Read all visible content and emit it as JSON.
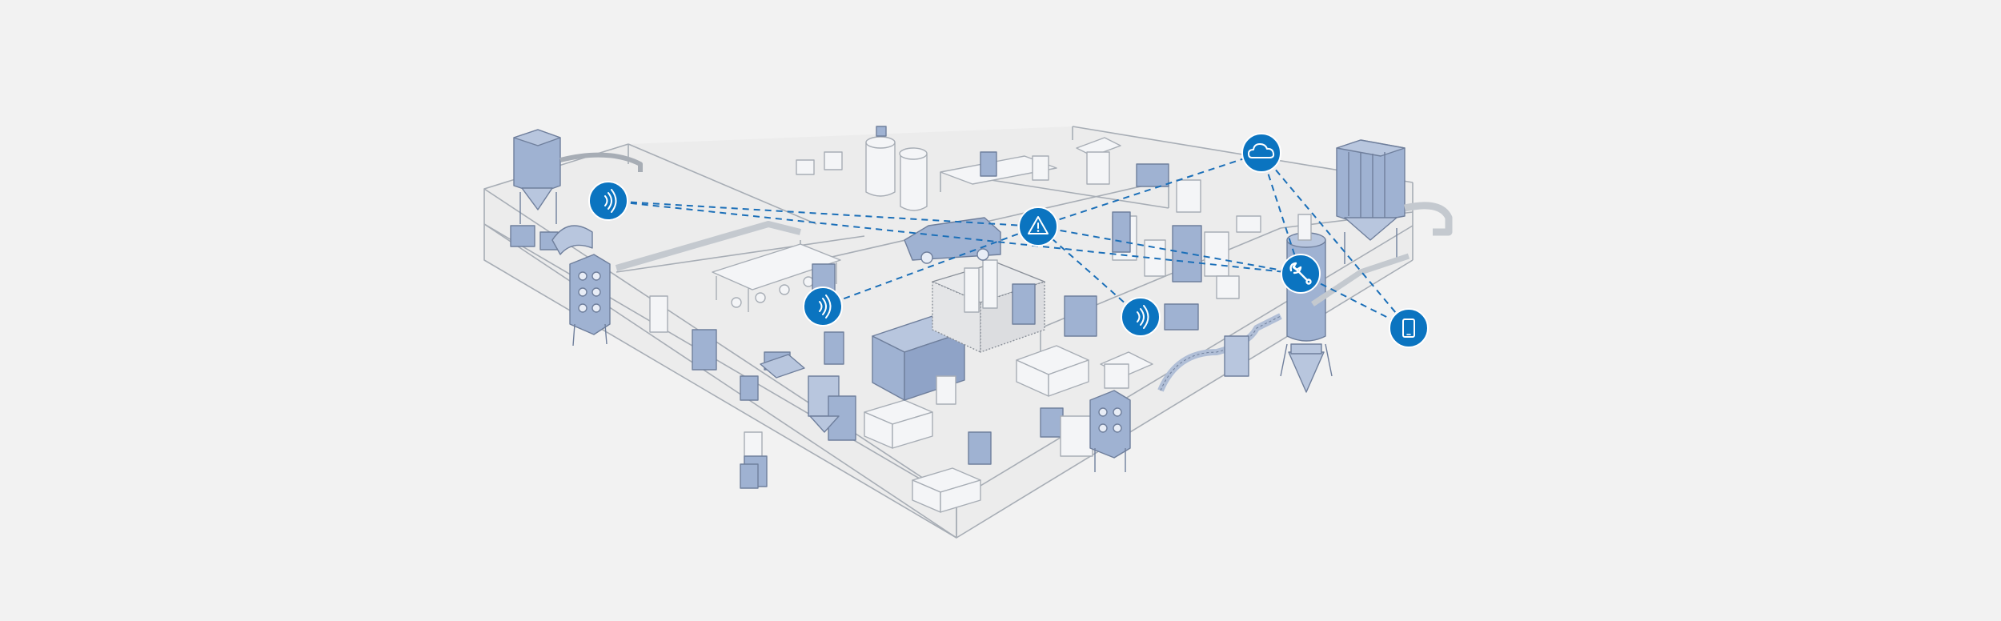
{
  "colors": {
    "background": "#f2f2f2",
    "accent": "#0b74c0",
    "link": "#1b6fb8",
    "outline": "#a7adb5",
    "machine_fill": "#9fb2d2",
    "machine_stroke": "#6f7f9c",
    "floor": "#ececec"
  },
  "nodes": [
    {
      "id": "sensor-1",
      "icon": "sensor-waves-icon"
    },
    {
      "id": "alert-hub",
      "icon": "warning-icon"
    },
    {
      "id": "sensor-2",
      "icon": "sensor-waves-icon"
    },
    {
      "id": "sensor-3",
      "icon": "sensor-waves-icon"
    },
    {
      "id": "cloud",
      "icon": "cloud-icon"
    },
    {
      "id": "maintenance",
      "icon": "wrench-icon"
    },
    {
      "id": "mobile",
      "icon": "tablet-icon"
    }
  ],
  "links": [
    [
      "sensor-1",
      "alert-hub"
    ],
    [
      "sensor-1",
      "maintenance"
    ],
    [
      "sensor-2",
      "alert-hub"
    ],
    [
      "sensor-3",
      "alert-hub"
    ],
    [
      "alert-hub",
      "cloud"
    ],
    [
      "alert-hub",
      "maintenance"
    ],
    [
      "cloud",
      "mobile"
    ],
    [
      "cloud",
      "maintenance"
    ],
    [
      "maintenance",
      "mobile"
    ]
  ]
}
